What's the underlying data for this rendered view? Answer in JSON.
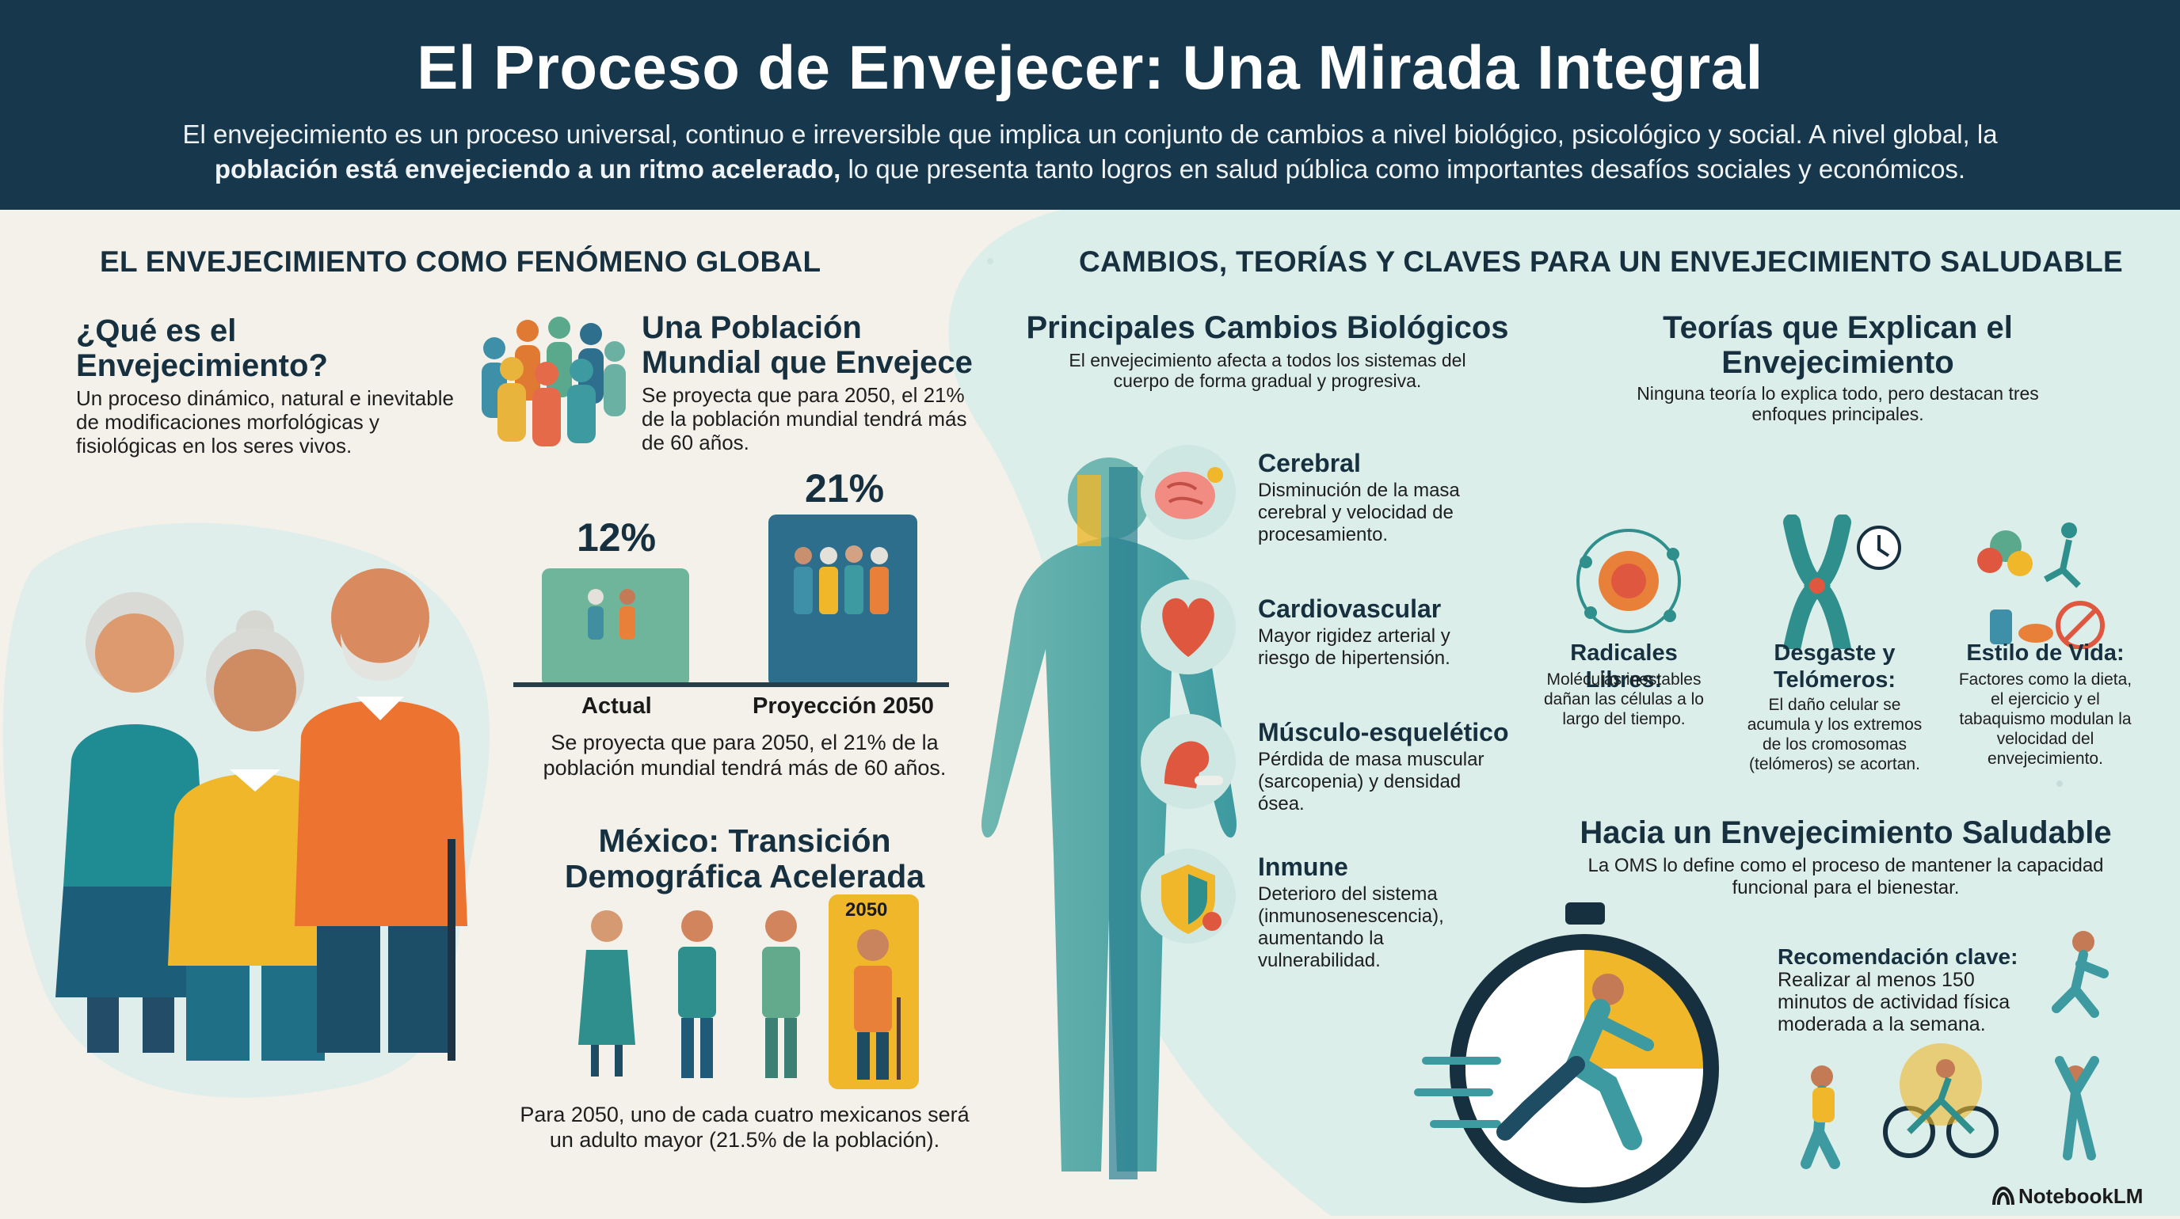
{
  "header": {
    "title": "El Proceso de Envejecer: Una Mirada Integral",
    "subtitle_line1": "El envejecimiento es un proceso universal, continuo e irreversible que implica un conjunto de cambios a nivel biológico, psicológico y social. A nivel global, la",
    "subtitle_line2_bold": "población está envejeciendo a un ritmo acelerado,",
    "subtitle_line2_rest": " lo que presenta tanto logros en salud pública como importantes desafíos sociales y económicos."
  },
  "left": {
    "section_title": "EL ENVEJECIMIENTO COMO FENÓMENO GLOBAL",
    "what": {
      "title": "¿Qué es el Envejecimiento?",
      "text": "Un proceso dinámico, natural e inevitable de modificaciones morfológicas y fisiológicas en los seres vivos."
    },
    "world": {
      "title": "Una Población Mundial que Envejece",
      "text": "Se proyecta que para 2050, el 21% de la población mundial tendrá más de 60 años."
    },
    "bars": {
      "actual_pct": "12%",
      "projection_pct": "21%",
      "actual_label": "Actual",
      "projection_label": "Proyección 2050",
      "caption": "Se proyecta que para 2050, el 21% de la población mundial tendrá más de 60 años."
    },
    "mexico": {
      "title": "México: Transición Demográfica Acelerada",
      "badge": "2050",
      "caption": "Para 2050, uno de cada cuatro mexicanos será un adulto mayor (21.5% de la población)."
    }
  },
  "right": {
    "section_title": "CAMBIOS, TEORÍAS Y CLAVES PARA UN ENVEJECIMIENTO SALUDABLE",
    "bio": {
      "title": "Principales Cambios Biológicos",
      "subtitle": "El envejecimiento afecta a todos los sistemas del cuerpo de forma gradual y progresiva.",
      "items": [
        {
          "title": "Cerebral",
          "text": "Disminución de la masa cerebral y velocidad de procesamiento.",
          "icon": "brain-icon"
        },
        {
          "title": "Cardiovascular",
          "text": "Mayor rigidez arterial y riesgo de hipertensión.",
          "icon": "heart-icon"
        },
        {
          "title": "Músculo-esquelético",
          "text": "Pérdida de masa muscular (sarcopenia) y densidad ósea.",
          "icon": "muscle-icon"
        },
        {
          "title": "Inmune",
          "text": "Deterioro del sistema (inmunosenescencia), aumentando la vulnerabilidad.",
          "icon": "shield-icon"
        }
      ]
    },
    "theories": {
      "title": "Teorías que Explican el Envejecimiento",
      "subtitle": "Ninguna teoría lo explica todo, pero destacan tres enfoques principales.",
      "items": [
        {
          "title": "Radicales Libres:",
          "text": "Moléculas inestables dañan las células a lo largo del tiempo.",
          "icon": "molecule-icon"
        },
        {
          "title": "Desgaste y Telómeros:",
          "text": "El daño celular se acumula y los extremos de los cromosomas (telómeros) se acortan.",
          "icon": "chromosome-icon"
        },
        {
          "title": "Estilo de Vida:",
          "text": "Factores como la dieta, el ejercicio y el tabaquismo modulan la velocidad del envejecimiento.",
          "icon": "lifestyle-icon"
        }
      ]
    },
    "healthy": {
      "title": "Hacia un Envejecimiento Saludable",
      "subtitle": "La OMS lo define como el proceso de mantener la capacidad funcional para el bienestar.",
      "rec_title": "Recomendación clave:",
      "rec_text": "Realizar al menos 150 minutos de actividad física moderada a la semana."
    }
  },
  "brand": "NotebookLM",
  "colors": {
    "navy": "#17384c",
    "teal": "#2f8f8c",
    "mint_bg": "#dcefeb",
    "orange": "#e8702e",
    "yellow": "#f1b62b",
    "cream": "#f3f1ea"
  }
}
